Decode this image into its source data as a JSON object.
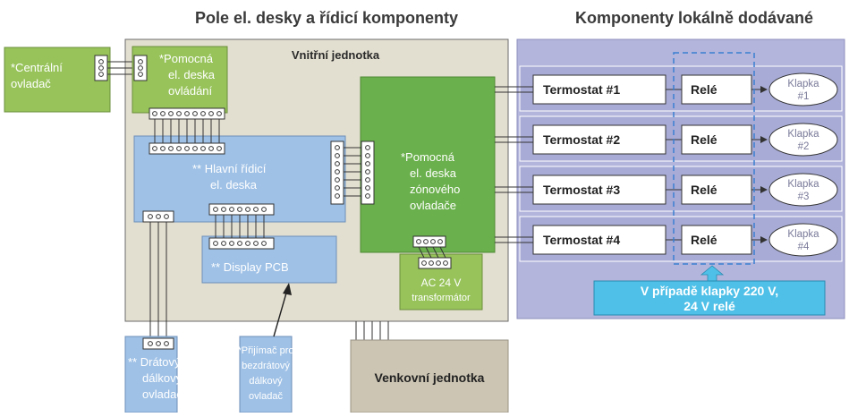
{
  "titles": {
    "left": "Pole el. desky a řídicí komponenty",
    "right": "Komponenty lokálně dodávané"
  },
  "indoor_unit": {
    "label": "Vnitřní jednotka"
  },
  "central_controller": {
    "line1": "*Centrální",
    "line2": "ovladač"
  },
  "aux_control_board": {
    "line1": "*Pomocná",
    "line2": "el. deska",
    "line3": "ovládání"
  },
  "main_board": {
    "line1": "** Hlavní řídicí",
    "line2": "el. deska"
  },
  "display_pcb": {
    "label": "** Display PCB"
  },
  "zone_board": {
    "line1": "*Pomocná",
    "line2": "el. deska",
    "line3": "zónového",
    "line4": "ovladače"
  },
  "transformer": {
    "line1": "AC 24 V",
    "line2": "transformátor"
  },
  "wired_remote": {
    "line1": "** Drátový",
    "line2": "dálkový",
    "line3": "ovladač"
  },
  "wireless_receiver": {
    "line1": "*Přijímač pro",
    "line2": "bezdrátový",
    "line3": "dálkový",
    "line4": "ovladač"
  },
  "outdoor_unit": {
    "label": "Venkovní jednotka"
  },
  "zones": [
    {
      "thermostat": "Termostat #1",
      "relay": "Relé",
      "damper_line1": "Klapka",
      "damper_line2": "#1"
    },
    {
      "thermostat": "Termostat #2",
      "relay": "Relé",
      "damper_line1": "Klapka",
      "damper_line2": "#2"
    },
    {
      "thermostat": "Termostat #3",
      "relay": "Relé",
      "damper_line1": "Klapka",
      "damper_line2": "#3"
    },
    {
      "thermostat": "Termostat #4",
      "relay": "Relé",
      "damper_line1": "Klapka",
      "damper_line2": "#4"
    }
  ],
  "callout": {
    "line1": "V případě klapky 220 V,",
    "line2": "24 V relé"
  },
  "colors": {
    "indoor_bg": "#e3dfd0",
    "green": "#97c35a",
    "blue_board": "#9fc1e6",
    "zone_panel": "#b3b5dc",
    "outdoor": "#ccc5b3",
    "callout": "#4fc0e8",
    "dashed": "#3a7fd0"
  }
}
